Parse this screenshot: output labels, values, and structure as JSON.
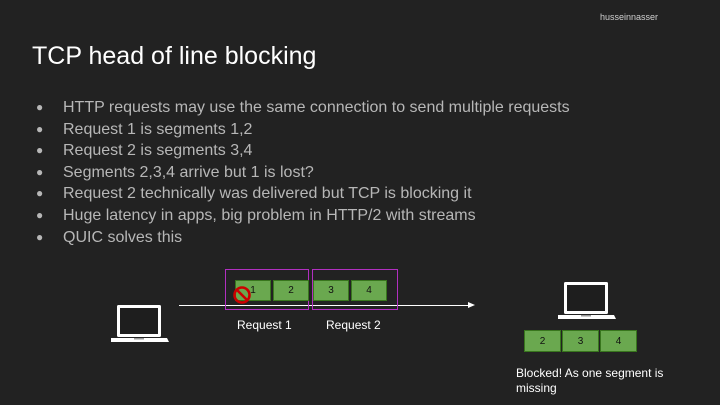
{
  "watermark": "husseinnasser",
  "title": "TCP head of line blocking",
  "bullets": [
    "HTTP requests may use the same connection to send multiple requests",
    "Request 1 is segments 1,2",
    "Request 2 is segments 3,4",
    "Segments 2,3,4 arrive but 1 is lost?",
    "Request 2 technically was delivered but TCP is blocking it",
    "Huge latency in apps, big problem in HTTP/2 with streams",
    "QUIC solves this"
  ],
  "bullet_glyph": "●",
  "diagram": {
    "sent_segments": [
      "1",
      "2",
      "3",
      "4"
    ],
    "request_labels": [
      "Request 1",
      "Request 2"
    ],
    "received_segments": [
      "2",
      "3",
      "4"
    ],
    "note": "Blocked! As one segment is missing",
    "colors": {
      "segment_fill": "#6aa84f",
      "group_border": "#b12fc0",
      "blocked_icon": "#cc0000"
    }
  }
}
